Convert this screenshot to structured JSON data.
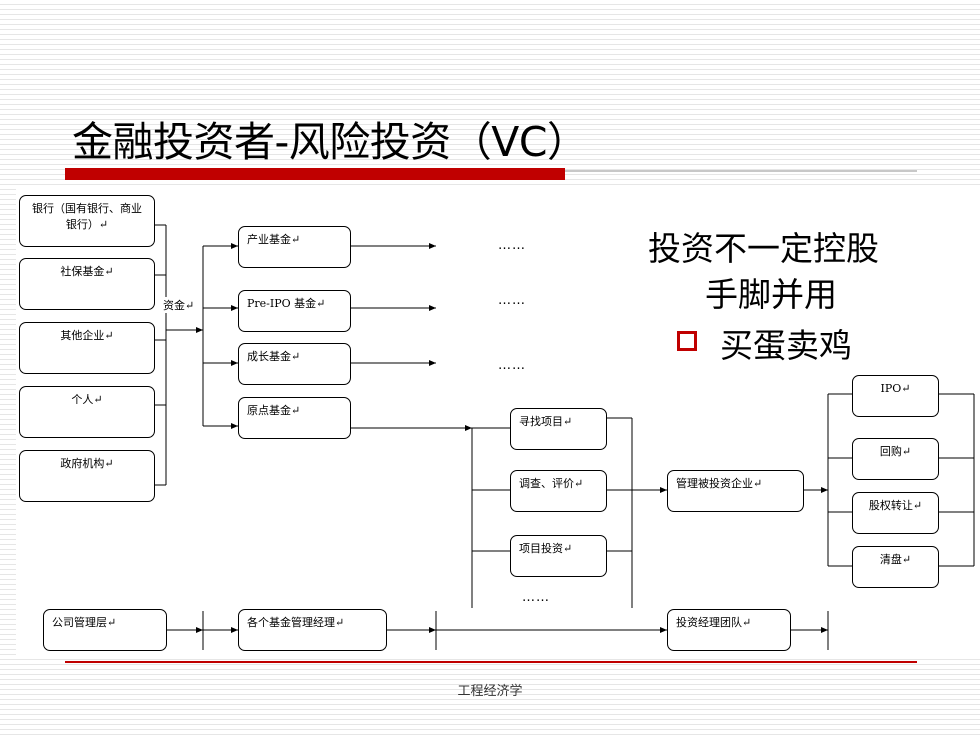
{
  "title": "金融投资者-风险投资（VC）",
  "sources": [
    "银行（国有银行、商业银行）↵",
    "社保基金↵",
    "其他企业↵",
    "个人↵",
    "政府机构↵"
  ],
  "capital_label": "资金↵",
  "funds": [
    "产业基金↵",
    "Pre-IPO 基金↵",
    "成长基金↵",
    "原点基金↵"
  ],
  "ellipsis": "……",
  "process": [
    "寻找项目↵",
    "调查、评价↵",
    "项目投资↵"
  ],
  "manage": "管理被投资企业↵",
  "exits": [
    "IPO↵",
    "回购↵",
    "股权转让↵",
    "清盘↵"
  ],
  "bottom_row": [
    "公司管理层↵",
    "各个基金管理经理↵",
    "投资经理团队↵"
  ],
  "highlights": {
    "line1": "投资不一定控股",
    "line2": "手脚并用",
    "bullet": "买蛋卖鸡"
  },
  "footer": "工程经济学",
  "colors": {
    "accent_red": "#c00000"
  }
}
